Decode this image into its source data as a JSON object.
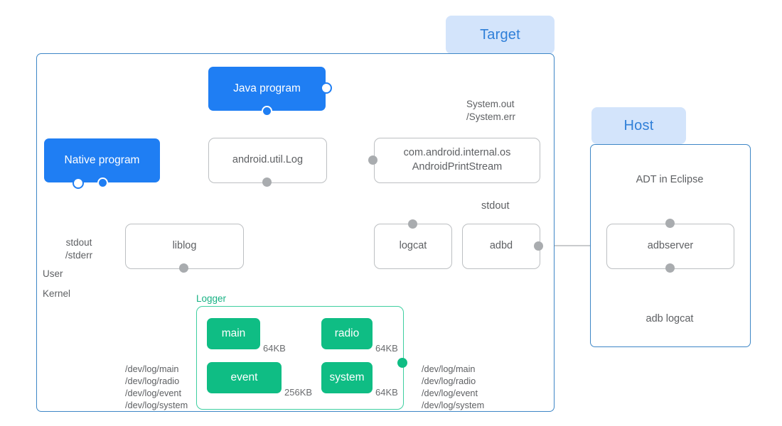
{
  "diagram": {
    "title": "Android logging system architecture",
    "colors": {
      "blue": "#1f7ef3",
      "panel_border": "#3d86c6",
      "chip_bg": "#d3e4fb",
      "chip_text": "#2f7fd8",
      "green": "#0fbd84",
      "green_border": "#3ecfa0",
      "gray_line": "#a9acaf",
      "gray_text": "#5e6063"
    }
  },
  "panels": {
    "target": {
      "label": "Target"
    },
    "host": {
      "label": "Host"
    }
  },
  "target": {
    "processes": {
      "java_program": "Java program",
      "native_program": "Native program"
    },
    "libs": {
      "android_util_log": "android.util.Log",
      "print_stream_line1": "com.android.internal.os",
      "print_stream_line2": "AndroidPrintStream",
      "liblog": "liblog",
      "logcat": "logcat",
      "adbd": "adbd"
    },
    "labels": {
      "system_out_line1": "System.out",
      "system_out_line2": "/System.err",
      "stdout_stderr_line1": "stdout",
      "stdout_stderr_line2": "/stderr",
      "stdout": "stdout",
      "user": "User",
      "kernel": "Kernel"
    },
    "logger": {
      "label": "Logger",
      "buffers": [
        {
          "name": "main",
          "size": "64KB"
        },
        {
          "name": "radio",
          "size": "64KB"
        },
        {
          "name": "event",
          "size": "256KB"
        },
        {
          "name": "system",
          "size": "64KB"
        }
      ],
      "dev_paths_left": "/dev/log/main\n/dev/log/radio\n/dev/log/event\n/dev/log/system",
      "dev_paths_right": "/dev/log/main\n/dev/log/radio\n/dev/log/event\n/dev/log/system"
    }
  },
  "host": {
    "nodes": {
      "adt_in_eclipse": "ADT in Eclipse",
      "adbserver": "adbserver",
      "adb_logcat": "adb logcat"
    }
  }
}
